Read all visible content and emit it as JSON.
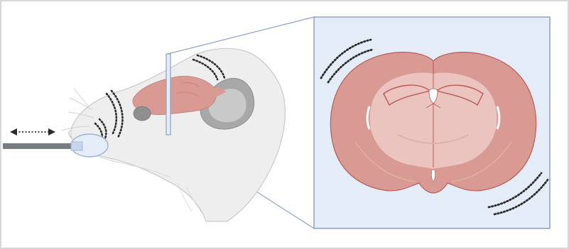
{
  "figure": {
    "type": "schematic",
    "components": [
      {
        "name": "stimulation-probe",
        "icon": "rod-icon"
      },
      {
        "name": "movement-arrow",
        "icon": "double-arrow-icon",
        "direction": "horizontal"
      },
      {
        "name": "mouse-head",
        "icon": "mouse-head-icon"
      },
      {
        "name": "whisker-pad-highlight",
        "icon": "ellipse-icon"
      },
      {
        "name": "brain-overlay",
        "icon": "brain-icon"
      },
      {
        "name": "section-plane",
        "icon": "plane-icon"
      },
      {
        "name": "ear",
        "icon": "ear-icon"
      },
      {
        "name": "coronal-section-inset",
        "icon": "coronal-brain-slice-icon"
      },
      {
        "name": "vibration-marks",
        "icon": "dotted-arc-icon"
      }
    ],
    "colors": {
      "outer_border": "#d8d8d8",
      "mouse_skin": "#eeeeee",
      "mouse_outline": "#c9c9c9",
      "brain": "#d99a94",
      "brain_light": "#ebc4bf",
      "brain_outline": "#b85b57",
      "cerebellum_dark": "#8f8f8f",
      "ear": "#a8a8a8",
      "inset_background": "#e3ecf7",
      "inset_border": "#8fa0c7",
      "probe": "#757d80",
      "highlight_fill": "#e3ecf7",
      "highlight_stroke": "#9db0d6",
      "dots": "#2b2b2b"
    }
  }
}
